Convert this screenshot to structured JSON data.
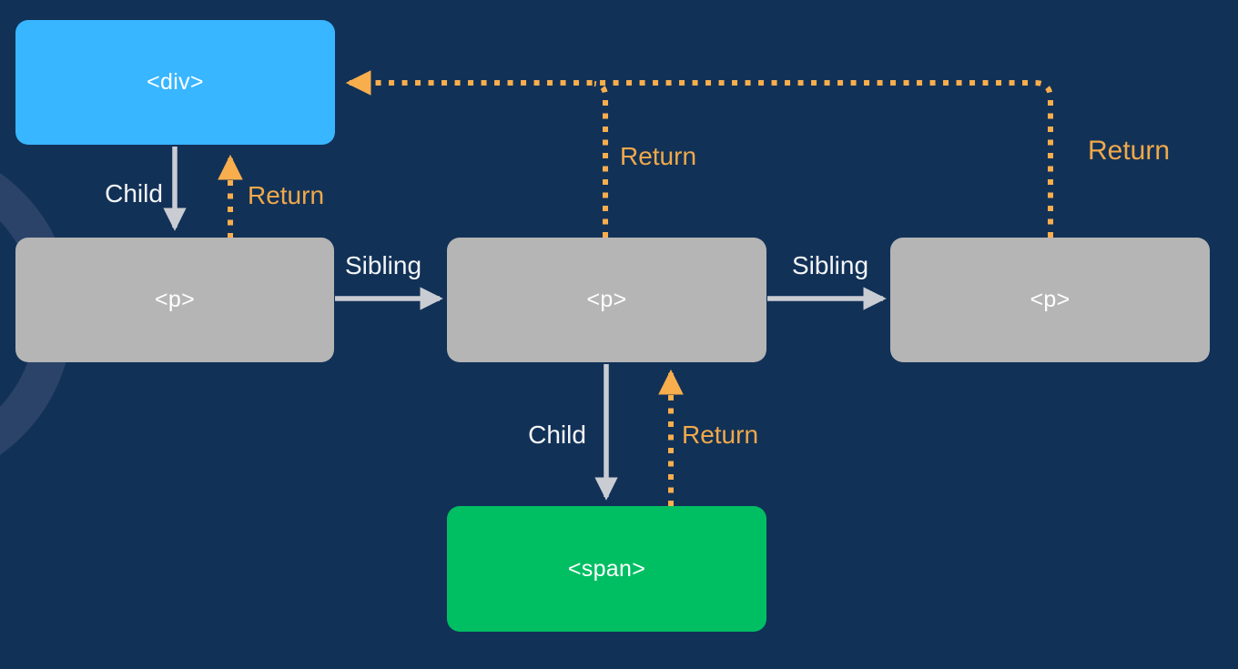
{
  "diagram": {
    "description": "DOM tree traversal diagram showing Child, Sibling and Return relationships",
    "nodes": {
      "div": {
        "label": "<div>",
        "color": "#38B6FF"
      },
      "p1": {
        "label": "<p>",
        "color": "#B5B5B5"
      },
      "p2": {
        "label": "<p>",
        "color": "#B5B5B5"
      },
      "p3": {
        "label": "<p>",
        "color": "#B5B5B5"
      },
      "span": {
        "label": "<span>",
        "color": "#00BF63"
      }
    },
    "labels": {
      "child_div_p1": "Child",
      "return_p1_div": "Return",
      "sibling_p1_p2": "Sibling",
      "return_p2_div": "Return",
      "sibling_p2_p3": "Sibling",
      "return_p3_div": "Return",
      "child_p2_span": "Child",
      "return_span_p2": "Return"
    },
    "colors": {
      "background": "#123157",
      "decor_ring": "#2B4368",
      "node_div": "#38B6FF",
      "node_p": "#B5B5B5",
      "node_span": "#00BF63",
      "solid_arrow": "#C9CCD2",
      "return_arrow": "#F8AE4D",
      "label_white": "#F4F6F8",
      "label_orange": "#F0A94A"
    }
  }
}
